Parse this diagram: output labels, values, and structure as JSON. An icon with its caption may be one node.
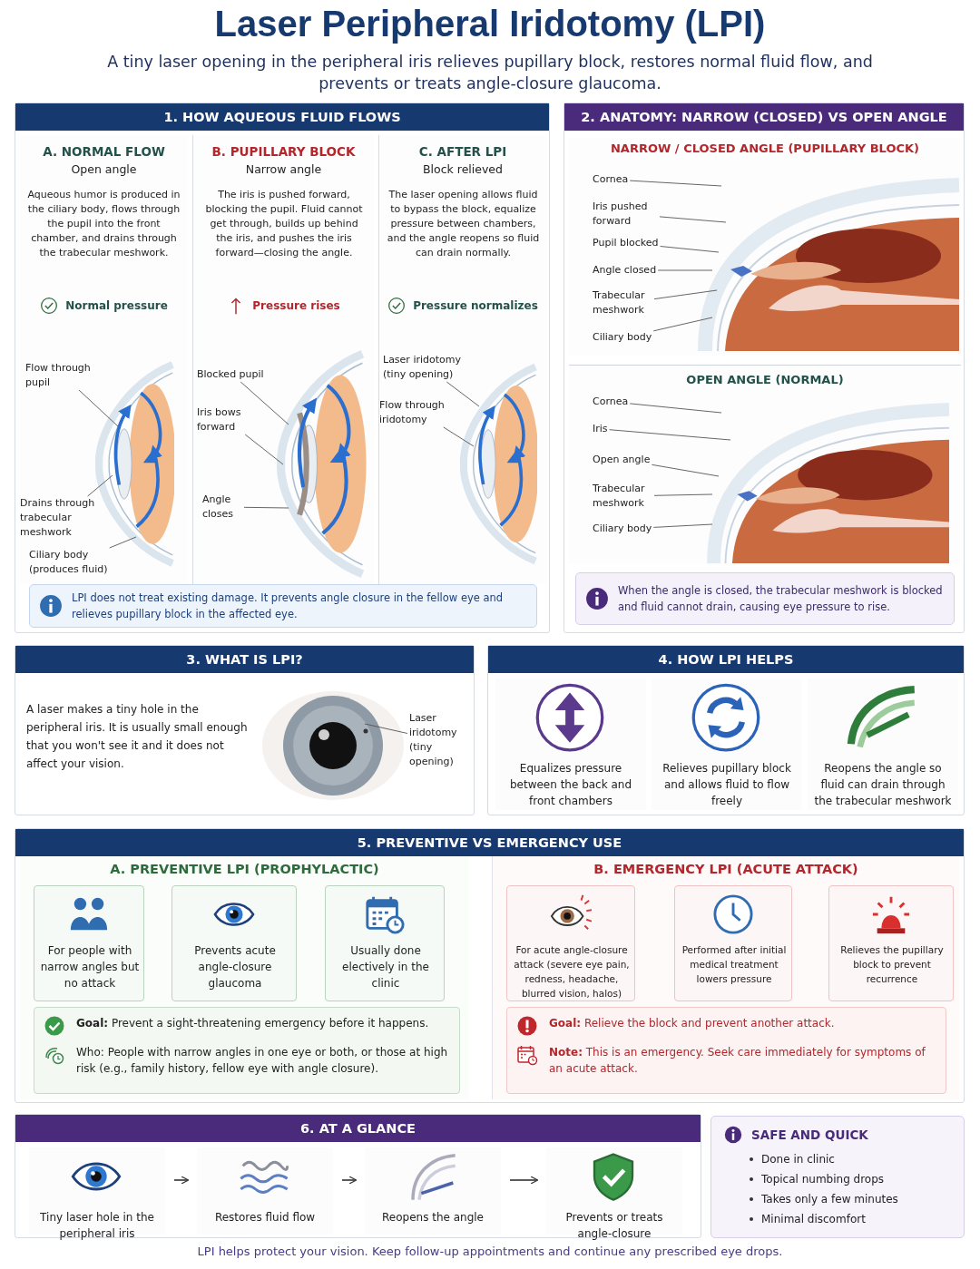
{
  "diagram": {
    "title": "Laser Peripheral Iridotomy (LPI)",
    "caption": "LPI helps protect your vision. Keep follow-up appointments and continue any prescribed eye drops.",
    "labels": [
      "A tiny laser opening in the peripheral iris relieves pupillary block, restores normal fluid flow, and prevents or treats angle-closure glaucoma."
    ],
    "nodes": [
      {
        "text": [
          "1. HOW AQUEOUS FLUID FLOWS"
        ]
      },
      {
        "text": [
          "A. NORMAL FLOW",
          "Open angle",
          "Aqueous humor is produced in the ciliary body, flows through the pupil into the front chamber, and drains through the trabecular meshwork.",
          "Normal pressure"
        ],
        "in": 0
      },
      {
        "text": [
          "B. PUPILLARY BLOCK",
          "Narrow angle",
          "The iris is pushed forward, blocking the pupil. Fluid cannot get through, builds up behind the iris, and pushes the iris forward—closing the angle.",
          "Pressure rises"
        ],
        "in": 0
      },
      {
        "text": [
          "C. AFTER LPI",
          "Block relieved",
          "The laser opening allows fluid to bypass the block, equalize pressure between chambers, and the angle reopens so fluid can drain normally.",
          "Pressure normalizes"
        ],
        "in": 0
      },
      {
        "text": [
          "Flow through pupil"
        ],
        "in": 1
      },
      {
        "text": [
          "Drains through trabecular meshwork"
        ],
        "in": 1
      },
      {
        "text": [
          "Ciliary body (produces fluid)"
        ],
        "in": 1
      },
      {
        "text": [
          "Blocked pupil"
        ],
        "in": 2
      },
      {
        "text": [
          "Iris bows forward"
        ],
        "in": 2
      },
      {
        "text": [
          "Angle closes"
        ],
        "in": 2
      },
      {
        "text": [
          "Laser iridotomy (tiny opening)"
        ],
        "in": 3
      },
      {
        "text": [
          "Flow through iridotomy"
        ],
        "in": 3
      },
      {
        "text": [
          "LPI does not treat existing damage. It prevents angle closure in the fellow eye and relieves pupillary block in the affected eye."
        ],
        "in": 0
      },
      {
        "text": [
          "2. ANATOMY: NARROW (CLOSED) VS OPEN ANGLE"
        ]
      },
      {
        "text": [
          "NARROW / CLOSED ANGLE (PUPILLARY BLOCK)"
        ],
        "in": 13
      },
      {
        "text": [
          "Cornea"
        ],
        "in": 14
      },
      {
        "text": [
          "Iris pushed forward"
        ],
        "in": 14
      },
      {
        "text": [
          "Pupil blocked"
        ],
        "in": 14
      },
      {
        "text": [
          "Angle closed"
        ],
        "in": 14
      },
      {
        "text": [
          "Trabecular meshwork"
        ],
        "in": 14
      },
      {
        "text": [
          "Ciliary body"
        ],
        "in": 14
      },
      {
        "text": [
          "OPEN ANGLE (NORMAL)"
        ],
        "in": 13
      },
      {
        "text": [
          "Cornea"
        ],
        "in": 21
      },
      {
        "text": [
          "Iris"
        ],
        "in": 21
      },
      {
        "text": [
          "Open angle"
        ],
        "in": 21
      },
      {
        "text": [
          "Trabecular meshwork"
        ],
        "in": 21
      },
      {
        "text": [
          "Ciliary body"
        ],
        "in": 21
      },
      {
        "text": [
          "When the angle is closed, the trabecular meshwork is blocked and fluid cannot drain, causing eye pressure to rise."
        ],
        "in": 13
      },
      {
        "text": [
          "3. WHAT IS LPI?",
          "A laser makes a tiny hole in the peripheral iris. It is usually small enough that you won't see it and it does not affect your vision."
        ]
      },
      {
        "text": [
          "Laser iridotomy (tiny opening)"
        ],
        "in": 28
      },
      {
        "text": [
          "4. HOW LPI HELPS"
        ]
      },
      {
        "text": [
          "Equalizes pressure between the back and front chambers"
        ],
        "in": 30
      },
      {
        "text": [
          "Relieves pupillary block and allows fluid to flow freely"
        ],
        "in": 30
      },
      {
        "text": [
          "Reopens the angle so fluid can drain through the trabecular meshwork"
        ],
        "in": 30
      },
      {
        "text": [
          "5. PREVENTIVE VS EMERGENCY USE"
        ]
      },
      {
        "text": [
          "A. PREVENTIVE LPI (PROPHYLACTIC)"
        ],
        "in": 34
      },
      {
        "text": [
          "For people with narrow angles but no attack"
        ],
        "in": 35
      },
      {
        "text": [
          "Prevents acute angle-closure glaucoma"
        ],
        "in": 35
      },
      {
        "text": [
          "Usually done electively in the clinic"
        ],
        "in": 35
      },
      {
        "text": [
          "**Goal:** Prevent a sight-threatening emergency before it happens.",
          "Who: People with narrow angles in one eye or both, or those at high risk (e.g., family history, fellow eye with angle closure)."
        ],
        "in": 35
      },
      {
        "text": [
          "B. EMERGENCY LPI (ACUTE ATTACK)"
        ],
        "in": 34
      },
      {
        "text": [
          "For acute angle-closure attack (severe eye pain, redness, headache, blurred vision, halos)"
        ],
        "in": 40
      },
      {
        "text": [
          "Performed after initial medical treatment lowers pressure"
        ],
        "in": 40
      },
      {
        "text": [
          "Relieves the pupillary block to prevent recurrence"
        ],
        "in": 40
      },
      {
        "text": [
          "**Goal:** Relieve the block and prevent another attack.",
          "**Note:** This is an emergency. Seek care immediately for symptoms of an acute attack."
        ],
        "in": 40
      },
      {
        "text": [
          "6. AT A GLANCE"
        ]
      },
      {
        "text": [
          "Tiny laser hole in the peripheral iris"
        ],
        "in": 45
      },
      {
        "text": [
          "Restores fluid flow"
        ],
        "in": 45
      },
      {
        "text": [
          "Reopens the angle"
        ],
        "in": 45
      },
      {
        "text": [
          "Prevents or treats angle-closure"
        ],
        "in": 45
      },
      {
        "text": [
          "SAFE AND QUICK",
          "Done in clinic",
          "Topical numbing drops",
          "Takes only a few minutes",
          "Minimal discomfort"
        ]
      }
    ],
    "edges": [
      {
        "from": 4,
        "to": null,
        "arrow": "none"
      },
      {
        "from": 5,
        "to": null,
        "arrow": "none"
      },
      {
        "from": 6,
        "to": null,
        "arrow": "none"
      },
      {
        "from": 7,
        "to": null,
        "arrow": "none"
      },
      {
        "from": 8,
        "to": null,
        "arrow": "none"
      },
      {
        "from": 9,
        "to": null,
        "arrow": "none"
      },
      {
        "from": 10,
        "to": null,
        "arrow": "none"
      },
      {
        "from": 11,
        "to": null,
        "arrow": "none"
      },
      {
        "from": 15,
        "to": null,
        "arrow": "none"
      },
      {
        "from": 16,
        "to": null,
        "arrow": "none"
      },
      {
        "from": 17,
        "to": null,
        "arrow": "none"
      },
      {
        "from": 18,
        "to": null,
        "arrow": "none"
      },
      {
        "from": 19,
        "to": null,
        "arrow": "none"
      },
      {
        "from": 20,
        "to": null,
        "arrow": "none"
      },
      {
        "from": 22,
        "to": null,
        "arrow": "none"
      },
      {
        "from": 23,
        "to": null,
        "arrow": "none"
      },
      {
        "from": 24,
        "to": null,
        "arrow": "none"
      },
      {
        "from": 25,
        "to": null,
        "arrow": "none"
      },
      {
        "from": 26,
        "to": null,
        "arrow": "none"
      },
      {
        "from": 29,
        "to": null,
        "arrow": "none"
      },
      {
        "from": 46,
        "to": 47,
        "arrow": "to"
      },
      {
        "from": 47,
        "to": 48,
        "arrow": "to"
      },
      {
        "from": 48,
        "to": 49,
        "arrow": "to"
      }
    ]
  }
}
